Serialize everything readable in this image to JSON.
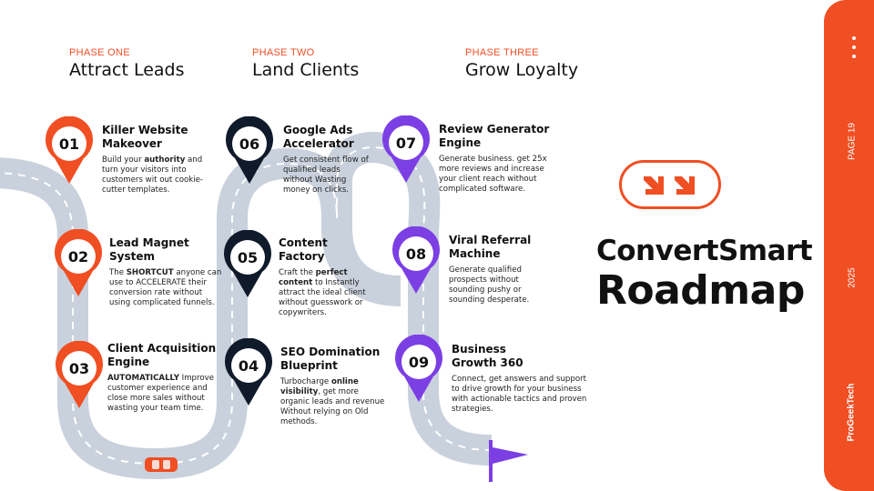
{
  "phases": [
    {
      "label": "PHASE ONE",
      "title": "Attract Leads"
    },
    {
      "label": "PHASE TWO",
      "title": "Land Clients"
    },
    {
      "label": "PHASE THREE",
      "title": "Grow Loyalty"
    }
  ],
  "steps": [
    {
      "num": "01",
      "title_1": "Killer Website",
      "title_2": "Makeover",
      "desc_pre": "Build your ",
      "desc_bold": "authority",
      "desc_post": " and turn your visitors into customers wit out cookie-cutter templates."
    },
    {
      "num": "02",
      "title_1": "Lead Magnet",
      "title_2": "System",
      "desc_pre": "The ",
      "desc_bold": "SHORTCUT",
      "desc_post": " anyone can use to ACCELERATE their conversion rate without using complicated funnels."
    },
    {
      "num": "03",
      "title_1": "Client Acquisition",
      "title_2": "Engine",
      "desc_pre": "",
      "desc_bold": "AUTOMATICALLY",
      "desc_post": " Improve customer experience and close more sales without wasting your team time."
    },
    {
      "num": "04",
      "title_1": "SEO Domination",
      "title_2": "Blueprint",
      "desc_pre": "Turbocharge ",
      "desc_bold": "online visibility",
      "desc_post": ", get more organic leads and revenue Without relying on Old methods."
    },
    {
      "num": "05",
      "title_1": "Content",
      "title_2": "Factory",
      "desc_pre": "Craft the ",
      "desc_bold": "perfect content",
      "desc_post": " to Instantly attract the ideal client without guesswork or copywriters."
    },
    {
      "num": "06",
      "title_1": "Google Ads",
      "title_2": "Accelerator",
      "desc_pre": "",
      "desc_bold": "",
      "desc_post": "Get consistent flow of qualified leads without Wasting money on clicks."
    },
    {
      "num": "07",
      "title_1": "Review Generator",
      "title_2": "Engine",
      "desc_pre": "",
      "desc_bold": "",
      "desc_post": "Generate business. get 25x more reviews and increase your client reach without complicated software."
    },
    {
      "num": "08",
      "title_1": "Viral Referral",
      "title_2": "Machine",
      "desc_pre": "",
      "desc_bold": "",
      "desc_post": "Generate qualified prospects without sounding pushy or sounding desperate."
    },
    {
      "num": "09",
      "title_1": "Business",
      "title_2": "Growth 360",
      "desc_pre": "",
      "desc_bold": "",
      "desc_post": "Connect, get answers and support to drive growth for your business with actionable tactics and proven strategies."
    }
  ],
  "brand": {
    "line1": "ConvertSmart",
    "line2": "Roadmap"
  },
  "sidebar": {
    "page": "PAGE 19",
    "year": "2025",
    "company": "ProGeekTech"
  },
  "colors": {
    "accent": "#f04e23",
    "navy": "#0f1a2b",
    "purple": "#7b3fe4",
    "road": "#c9d1dc"
  },
  "icons": {
    "pill": "double-arrow-down-right-icon",
    "car": "car-icon",
    "flag": "flag-icon",
    "menu": "more-dots-icon"
  }
}
